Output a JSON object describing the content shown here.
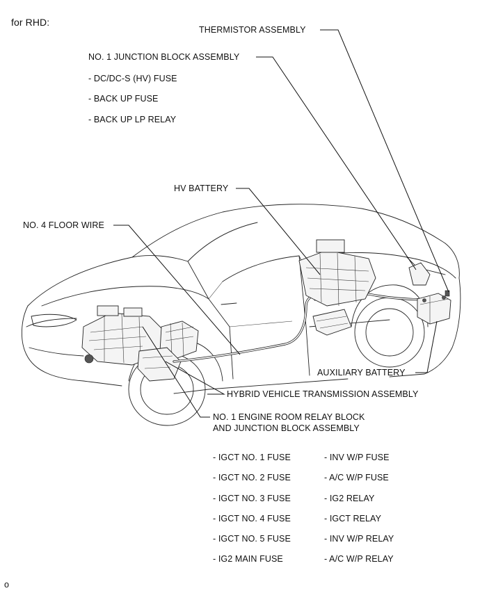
{
  "header": {
    "variant": "for RHD:"
  },
  "callouts": {
    "thermistor": "THERMISTOR ASSEMBLY",
    "junction_block": "NO. 1 JUNCTION BLOCK ASSEMBLY",
    "hv_battery": "HV BATTERY",
    "floor_wire": "NO. 4 FLOOR WIRE",
    "auxiliary_battery": "AUXILIARY BATTERY",
    "transmission": "HYBRID VEHICLE TRANSMISSION ASSEMBLY",
    "engine_room_block_line1": "NO. 1 ENGINE ROOM RELAY BLOCK",
    "engine_room_block_line2": "AND JUNCTION BLOCK ASSEMBLY"
  },
  "junction_block_items": [
    "- DC/DC-S (HV) FUSE",
    "- BACK UP FUSE",
    "- BACK UP LP RELAY"
  ],
  "engine_room_items_left": [
    "- IGCT NO. 1 FUSE",
    "- IGCT NO. 2 FUSE",
    "- IGCT NO. 3 FUSE",
    "- IGCT NO. 4 FUSE",
    "- IGCT NO. 5 FUSE",
    "- IG2 MAIN FUSE"
  ],
  "engine_room_items_right": [
    "- INV W/P FUSE",
    "- A/C W/P FUSE",
    "- IG2 RELAY",
    "- IGCT RELAY",
    "- INV W/P RELAY",
    "- A/C W/P RELAY"
  ],
  "footer": {
    "figure_code": "o"
  }
}
